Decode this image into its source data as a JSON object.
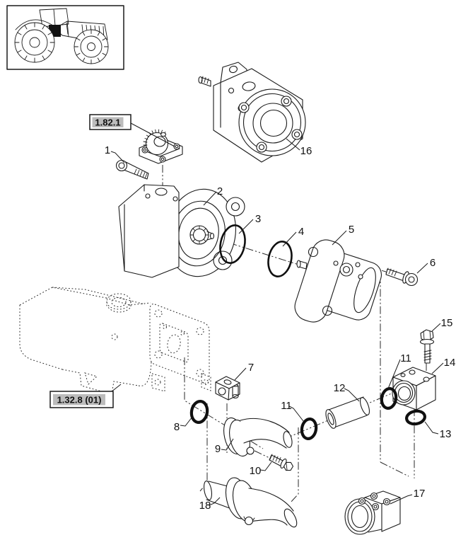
{
  "diagram": {
    "background_color": "#ffffff",
    "line_color": "#1a1a1a",
    "label_highlight_color": "#bcbcbc",
    "reference_labels": {
      "pump_page": "1.82.1",
      "reservoir_page": "1.32.8 (01)"
    },
    "callouts": [
      "1",
      "2",
      "3",
      "4",
      "5",
      "6",
      "7",
      "8",
      "9",
      "10",
      "11",
      "11",
      "12",
      "13",
      "14",
      "15",
      "16",
      "17",
      "18"
    ]
  }
}
